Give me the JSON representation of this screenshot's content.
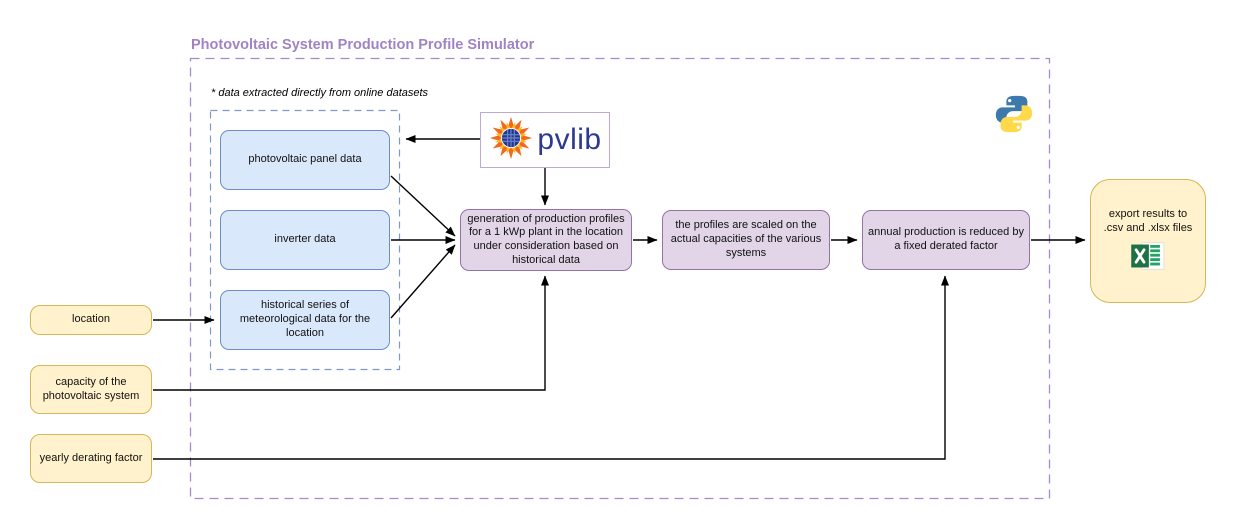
{
  "diagram": {
    "title": "Photovoltaic System Production Profile Simulator",
    "note": "* data extracted directly from online datasets"
  },
  "dataset_inputs": {
    "panel": "photovoltaic panel data",
    "inverter": "inverter data",
    "historical": "historical series of meteorological data for the location"
  },
  "user_inputs": {
    "location": "location",
    "capacity": "capacity of the photovoltaic system",
    "derating": "yearly derating factor"
  },
  "process": {
    "generation": "generation of production profiles for a 1 kWp plant in the location under consideration based on historical data",
    "scaling": "the profiles are scaled on the actual capacities of the various systems",
    "derated": "annual production is reduced by a fixed derated factor"
  },
  "output": {
    "export": "export results to .csv and .xlsx files"
  },
  "logos": {
    "pvlib_text": "pvlib",
    "icons": [
      "pvlib-sun-icon",
      "python-icon",
      "excel-icon"
    ]
  },
  "colors": {
    "title_text": "#a183c4",
    "outer_dash_border": "#a78bc8",
    "inner_dash_border": "#7e9bc8",
    "blue_fill": "#dae8fc",
    "blue_border": "#6c8ebf",
    "purple_fill": "#e1d5e7",
    "purple_border": "#9673a6",
    "yellow_fill": "#fff2cc",
    "yellow_border": "#d6b656",
    "pvlib_blue": "#2b3990",
    "sun_orange": "#f26722",
    "sun_yellow": "#fdb813",
    "python_blue": "#3d7aab",
    "python_yellow": "#ffd94a",
    "excel_green": "#1e7145",
    "excel_row_green": "#21a366",
    "arrow": "#000000"
  }
}
